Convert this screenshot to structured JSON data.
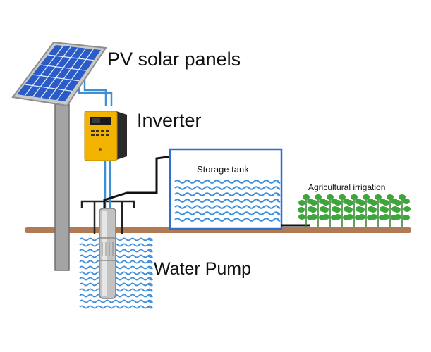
{
  "labels": {
    "solar": "PV solar panels",
    "inverter": "Inverter",
    "tank": "Storage tank",
    "irrigation": "Agricultural irrigation",
    "pump": "Water Pump"
  },
  "colors": {
    "panel_blue": "#2a5bc7",
    "panel_grid": "#e6eefc",
    "frame_gray": "#a8a8a8",
    "pole_gray": "#9a9a9a",
    "cable_blue": "#3f8fd6",
    "pipe_black": "#111111",
    "inverter_yellow": "#f2b400",
    "inverter_dark": "#2a2a2a",
    "ground_brown": "#b07a55",
    "water_blue": "#3d8edb",
    "tank_blue": "#2f6fd0",
    "plant_green": "#3ea53a",
    "pump_silver": "#b9b9b9"
  }
}
